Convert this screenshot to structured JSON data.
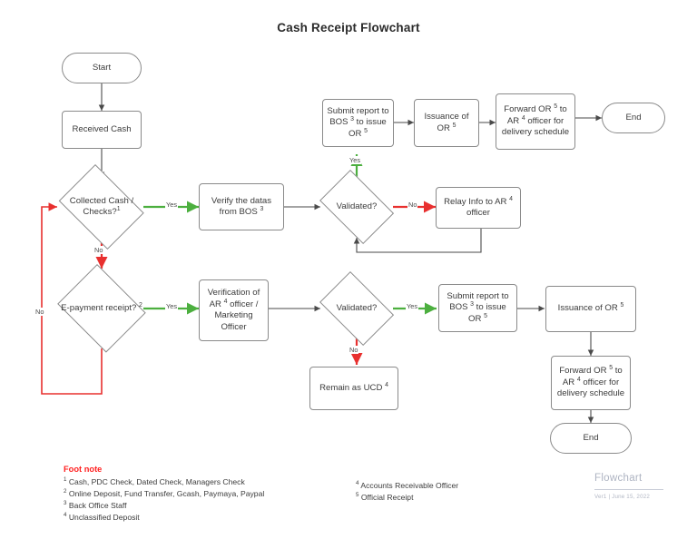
{
  "title": "Cash Receipt Flowchart",
  "colors": {
    "yes_green": "#4caf3f",
    "no_red": "#e8302f",
    "wire_gray": "#4a4a4a",
    "node_border": "#8a8a8a",
    "footnote_header": "#ff1f1f",
    "watermark": "#aeb4c2"
  },
  "nodes": {
    "start": {
      "label": "Start",
      "shape": "terminator"
    },
    "received_cash": {
      "label": "Received Cash",
      "shape": "rect"
    },
    "collected_cash": {
      "label": "Collected Cash / Checks?",
      "sup": "1",
      "shape": "diamond"
    },
    "verify_bos": {
      "label": "Verify the datas from BOS",
      "sup": "3",
      "shape": "rect"
    },
    "validated_top": {
      "label": "Validated?",
      "shape": "diamond"
    },
    "relay_info": {
      "label": "Relay Info to AR  officer",
      "sup": "4",
      "shape": "rect"
    },
    "submit_report_top": {
      "label": "Submit report to BOS  to issue OR",
      "shape": "rect"
    },
    "issuance_or_top": {
      "label": "Issuance of OR",
      "sup": "5",
      "shape": "rect"
    },
    "forward_or_top": {
      "label": "Forward OR  to AR  officer for delivery schedule",
      "shape": "rect"
    },
    "end_top": {
      "label": "End",
      "shape": "terminator"
    },
    "epayment": {
      "label": "E-payment receipt?",
      "sup": "2",
      "shape": "diamond"
    },
    "verification_ar": {
      "label": "Verification of AR  officer / Marketing Officer",
      "sup": "4",
      "shape": "rect"
    },
    "validated_bottom": {
      "label": "Validated?",
      "shape": "diamond"
    },
    "remain_ucd": {
      "label": "Remain as UCD",
      "sup": "4",
      "shape": "rect"
    },
    "submit_report_bottom": {
      "label": "Submit report to BOS  to issue OR",
      "shape": "rect"
    },
    "issuance_or_bottom": {
      "label": "Issuance of OR",
      "sup": "5",
      "shape": "rect"
    },
    "forward_or_bottom": {
      "label": "Forward OR  to AR  officer for delivery schedule",
      "shape": "rect"
    },
    "end_bottom": {
      "label": "End",
      "shape": "terminator"
    }
  },
  "edge_labels": {
    "collected_yes": "Yes",
    "collected_no": "No",
    "validated_top_yes": "Yes",
    "validated_top_no": "No",
    "epayment_yes": "Yes",
    "epayment_no": "No",
    "validated_bottom_yes": "Yes",
    "validated_bottom_no": "No"
  },
  "footnotes": {
    "header": "Foot note",
    "left": [
      {
        "marker": "1",
        "text": "Cash, PDC Check, Dated Check, Managers Check"
      },
      {
        "marker": "2",
        "text": "Online Deposit, Fund Transfer, Gcash, Paymaya, Paypal"
      },
      {
        "marker": "3",
        "text": "Back Office Staff"
      },
      {
        "marker": "4",
        "text": "Unclassified Deposit"
      }
    ],
    "right": [
      {
        "marker": "4",
        "text": "Accounts Receivable Officer"
      },
      {
        "marker": "5",
        "text": "Official Receipt"
      }
    ]
  },
  "watermark": {
    "title": "Flowchart",
    "meta": "Ver1  |  June 15, 2022"
  }
}
